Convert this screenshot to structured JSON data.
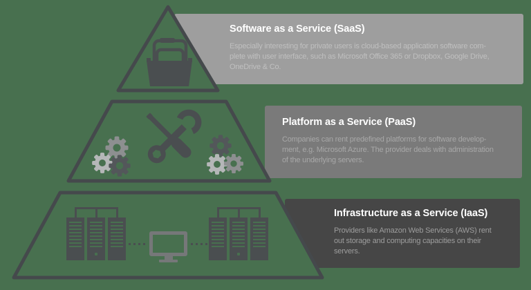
{
  "canvas": {
    "background_color": "#48704f",
    "pyramid_outline_color": "#45494c",
    "icon_dark_color": "#4a4e50",
    "gear_colors": {
      "medium": "#8d8f90",
      "light": "#b5b7b8",
      "dark": "#53575a"
    },
    "monitor_color": "#767879",
    "panel_title_color": "#ffffff"
  },
  "tiers": [
    {
      "name": "saas",
      "title": "Software as a Service (SaaS)",
      "body": "Especially interesting for private users is cloud-based application software com-\nplete with user interface, such as Microsoft Office 365 or Dropbox, Google Drive,\nOneDrive & Co.",
      "panel_color": "#9e9e9e",
      "body_text_color": "#c0c0c0",
      "icon": "toolbox-icon"
    },
    {
      "name": "paas",
      "title": "Platform as a Service (PaaS)",
      "body": "Companies can rent predefined platforms for software develop-\nment, e.g. Microsoft Azure. The provider deals with administration\nof the underlying servers.",
      "panel_color": "#7a7a7a",
      "body_text_color": "#a8a8a8",
      "icon": "screwdriver-wrench-gears-icon"
    },
    {
      "name": "iaas",
      "title": "Infrastructure as a Service (IaaS)",
      "body": "Providers like Amazon Web Services (AWS) rent\nout storage and computing capacities on their\nservers.",
      "panel_color": "#464646",
      "body_text_color": "#9d9d9d",
      "icon": "server-racks-monitor-icon"
    }
  ]
}
